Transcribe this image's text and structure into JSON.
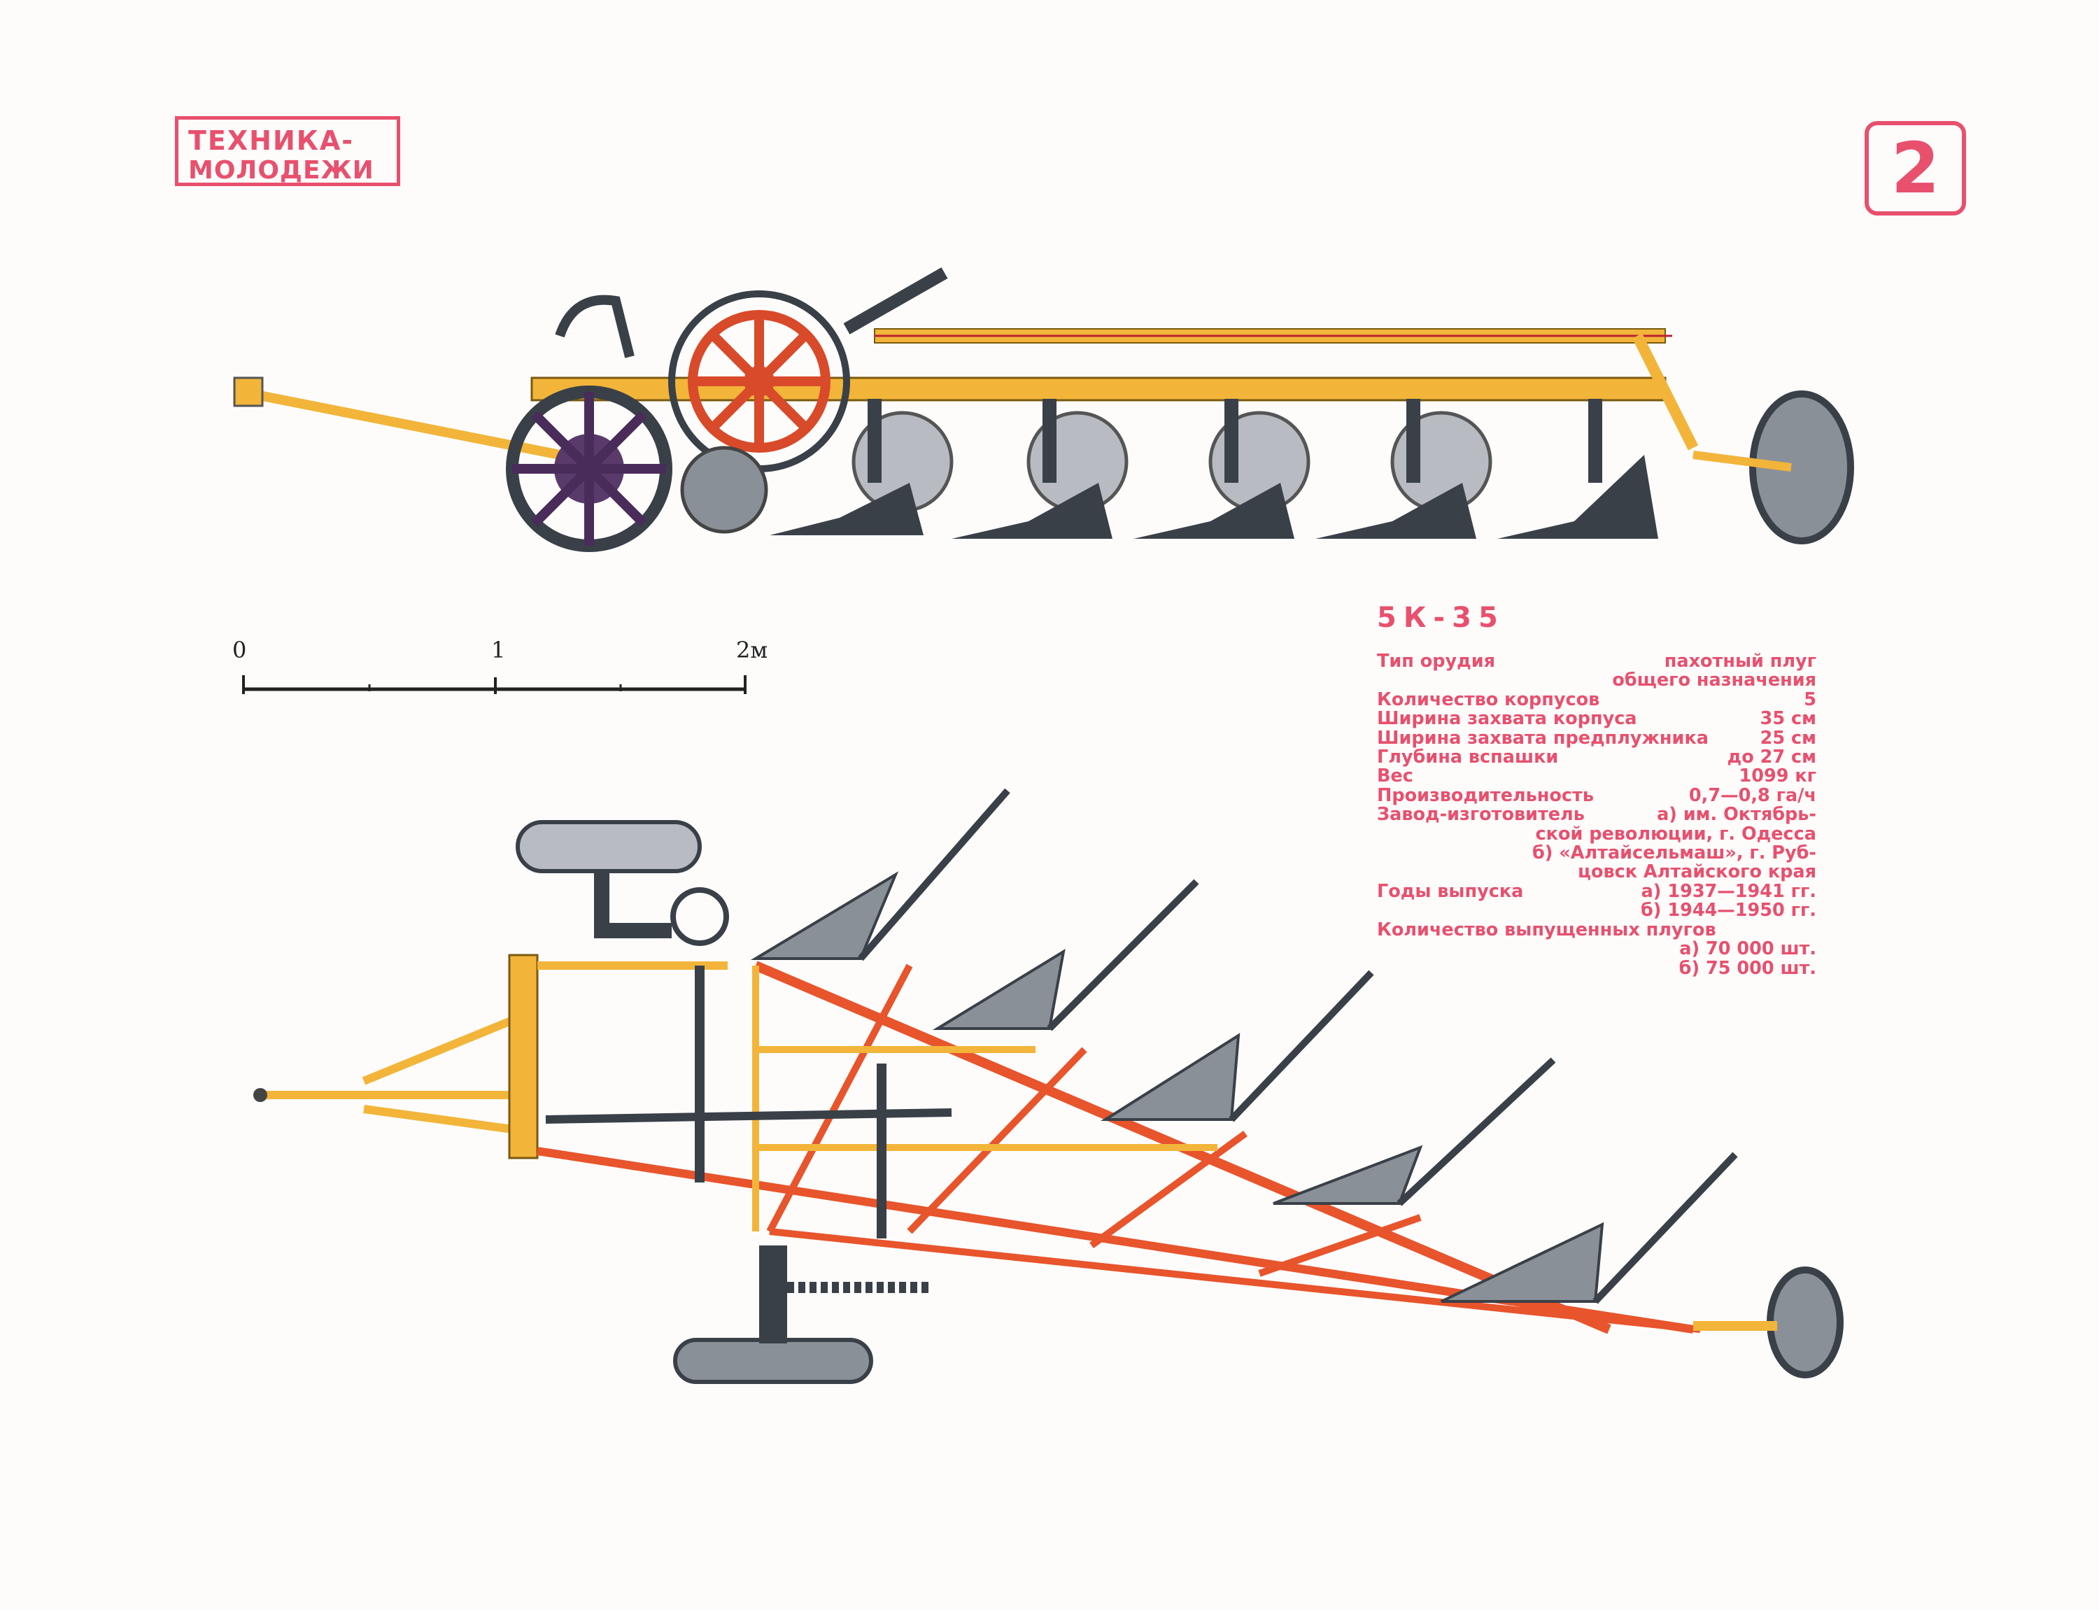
{
  "magazine": {
    "logo_line1": "ТЕХНИКА-",
    "logo_line2": "МОЛОДЕЖИ",
    "page_number": "2"
  },
  "plow": {
    "model": "5К-35",
    "specs": [
      {
        "label": "Тип орудия",
        "value": "пахотный плуг"
      },
      {
        "label": "",
        "value": "общего назначения"
      },
      {
        "label": "Количество корпусов",
        "value": "5"
      },
      {
        "label": "Ширина захвата корпуса",
        "value": "35 см"
      },
      {
        "label": "Ширина захвата предплужника",
        "value": "25 см"
      },
      {
        "label": "Глубина вспашки",
        "value": "до 27 см"
      },
      {
        "label": "Вес",
        "value": "1099 кг"
      },
      {
        "label": "Производительность",
        "value": "0,7—0,8 га/ч"
      },
      {
        "label": "Завод-изготовитель",
        "value": "а) им. Октябрь-"
      },
      {
        "label": "",
        "value": "ской революции, г. Одесса"
      },
      {
        "label": "",
        "value": "б) «Алтайсельмаш», г. Руб-"
      },
      {
        "label": "",
        "value": "цовск Алтайского края"
      },
      {
        "label": "Годы выпуска",
        "value": "а) 1937—1941 гг."
      },
      {
        "label": "",
        "value": "б) 1944—1950 гг."
      },
      {
        "label": "Количество выпущенных плугов",
        "value": ""
      },
      {
        "label": "",
        "value": "а) 70 000 шт."
      },
      {
        "label": "",
        "value": "б) 75 000 шт."
      }
    ]
  },
  "scale": {
    "tick_0": "0",
    "tick_1": "1",
    "tick_2": "2м"
  },
  "colors": {
    "accent": "#e8506e",
    "frame_yellow": "#f2b53a",
    "frame_red": "#e8542c",
    "metal_dark": "#3a4048",
    "wheel_red": "#d84a2a"
  }
}
